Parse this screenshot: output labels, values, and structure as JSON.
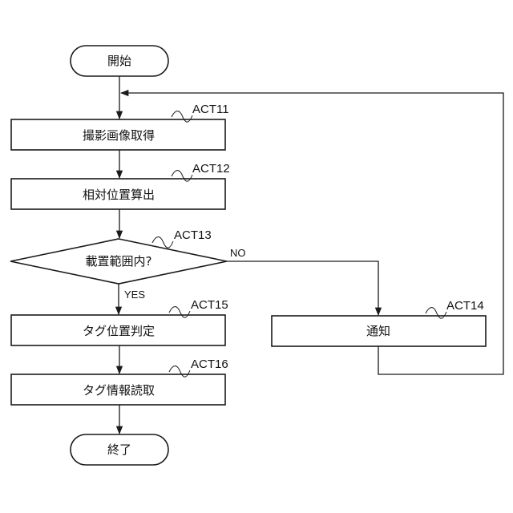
{
  "start": {
    "label": "開始"
  },
  "end": {
    "label": "終了"
  },
  "steps": {
    "act11": {
      "label": "撮影画像取得",
      "tag": "ACT11"
    },
    "act12": {
      "label": "相対位置算出",
      "tag": "ACT12"
    },
    "act13": {
      "label": "載置範囲内?",
      "tag": "ACT13"
    },
    "act14": {
      "label": "通知",
      "tag": "ACT14"
    },
    "act15": {
      "label": "タグ位置判定",
      "tag": "ACT15"
    },
    "act16": {
      "label": "タグ情報読取",
      "tag": "ACT16"
    }
  },
  "branches": {
    "yes": "YES",
    "no": "NO"
  }
}
